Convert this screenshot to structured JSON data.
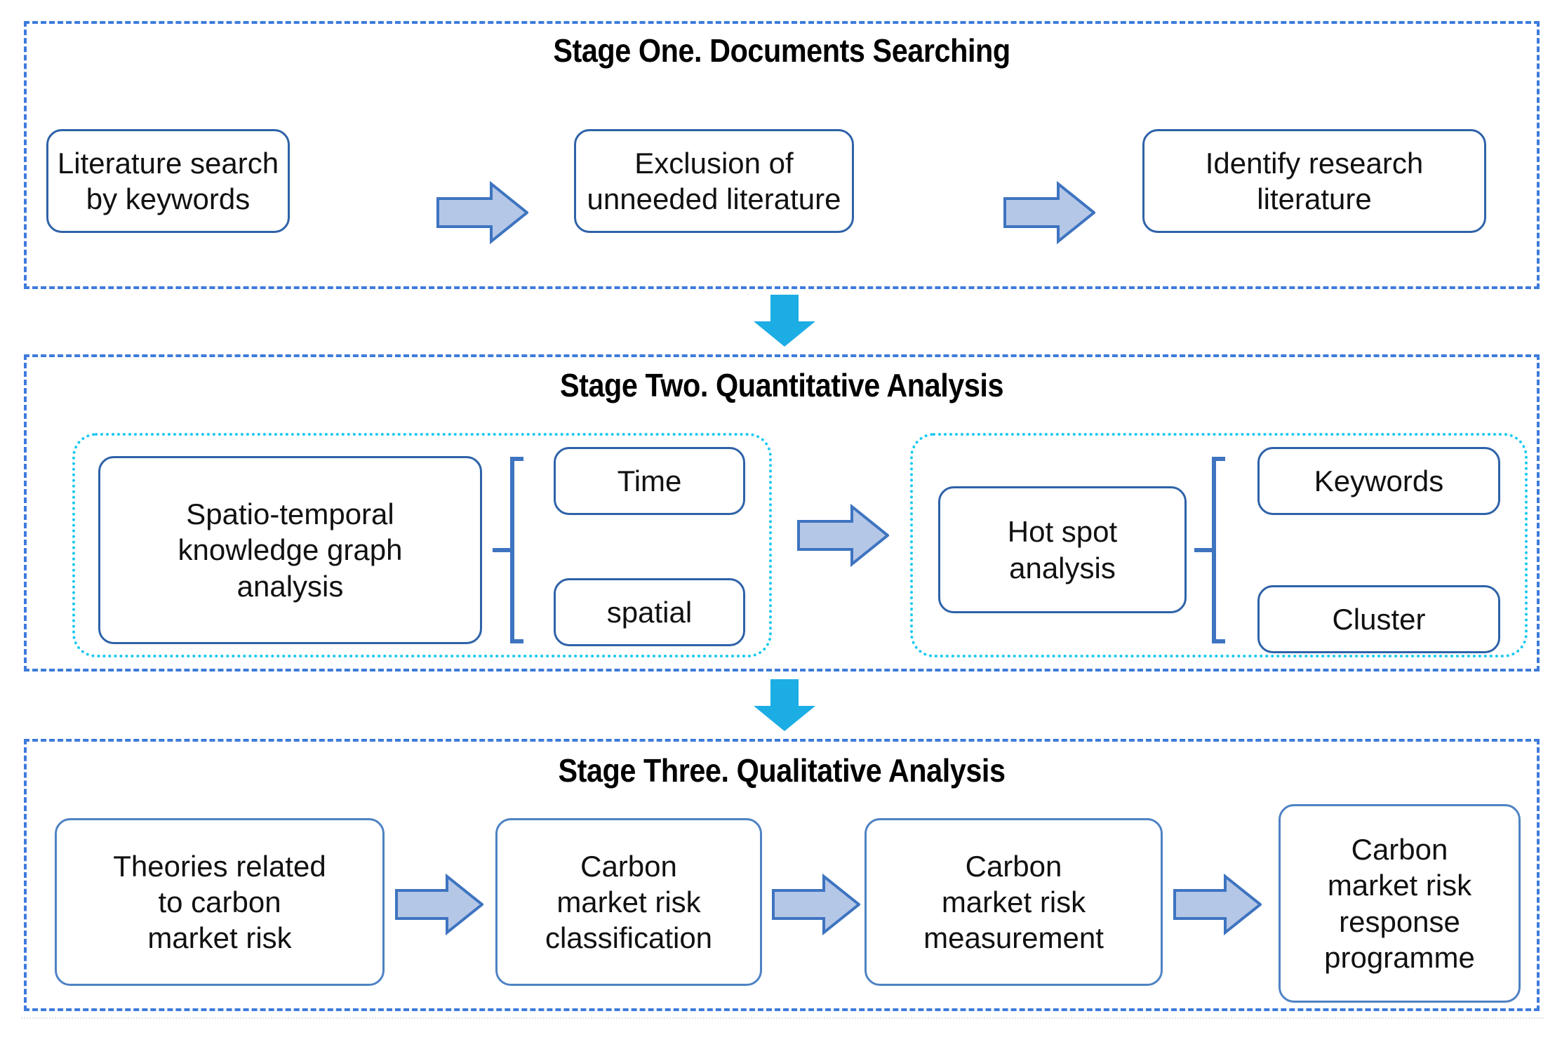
{
  "figure": {
    "type": "flowchart",
    "orientation": "vertical-three-stage",
    "colors": {
      "stage_border": "#3E7BDC",
      "box_border": "#2E62A8",
      "box_border_light": "#4E82C4",
      "box_fill": "#FFFFFF",
      "h_arrow_fill": "#B4C7E7",
      "h_arrow_stroke": "#4472C4",
      "v_arrow_fill": "#1CADE4",
      "subgroup_border": "#18C8F0",
      "text": "#000000"
    }
  },
  "stages": [
    {
      "id": "stage-one",
      "title": "Stage One. Documents Searching",
      "boxes": [
        {
          "id": "literature-search",
          "label": "Literature search\nby keywords"
        },
        {
          "id": "exclusion",
          "label": "Exclusion of\nunneeded literature"
        },
        {
          "id": "identify-research",
          "label": "Identify research\nliterature"
        }
      ],
      "arrows": [
        {
          "id": "s1-arrow-1",
          "direction": "right"
        },
        {
          "id": "s1-arrow-2",
          "direction": "right"
        }
      ]
    },
    {
      "id": "stage-two",
      "title": "Stage Two. Quantitative Analysis",
      "groups": [
        {
          "id": "spatio-temporal-group",
          "main": {
            "id": "spatio-temporal",
            "label": "Spatio-temporal\nknowledge graph\nanalysis"
          },
          "branches": [
            {
              "id": "time",
              "label": "Time"
            },
            {
              "id": "spatial",
              "label": "spatial"
            }
          ]
        },
        {
          "id": "hot-spot-group",
          "main": {
            "id": "hot-spot",
            "label": "Hot spot\nanalysis"
          },
          "branches": [
            {
              "id": "keywords",
              "label": "Keywords"
            },
            {
              "id": "cluster",
              "label": "Cluster"
            }
          ]
        }
      ],
      "arrows": [
        {
          "id": "s2-arrow-1",
          "direction": "right"
        }
      ]
    },
    {
      "id": "stage-three",
      "title": "Stage Three. Qualitative Analysis",
      "boxes": [
        {
          "id": "theories",
          "label": "Theories related\nto carbon\nmarket risk"
        },
        {
          "id": "classification",
          "label": "Carbon\nmarket risk\nclassification"
        },
        {
          "id": "measurement",
          "label": "Carbon\nmarket risk\nmeasurement"
        },
        {
          "id": "response",
          "label": "Carbon\nmarket risk\nresponse\nprogramme"
        }
      ],
      "arrows": [
        {
          "id": "s3-arrow-1",
          "direction": "right"
        },
        {
          "id": "s3-arrow-2",
          "direction": "right"
        },
        {
          "id": "s3-arrow-3",
          "direction": "right"
        }
      ]
    }
  ],
  "stage_connectors": [
    {
      "id": "connector-one-two",
      "direction": "down"
    },
    {
      "id": "connector-two-three",
      "direction": "down"
    }
  ]
}
